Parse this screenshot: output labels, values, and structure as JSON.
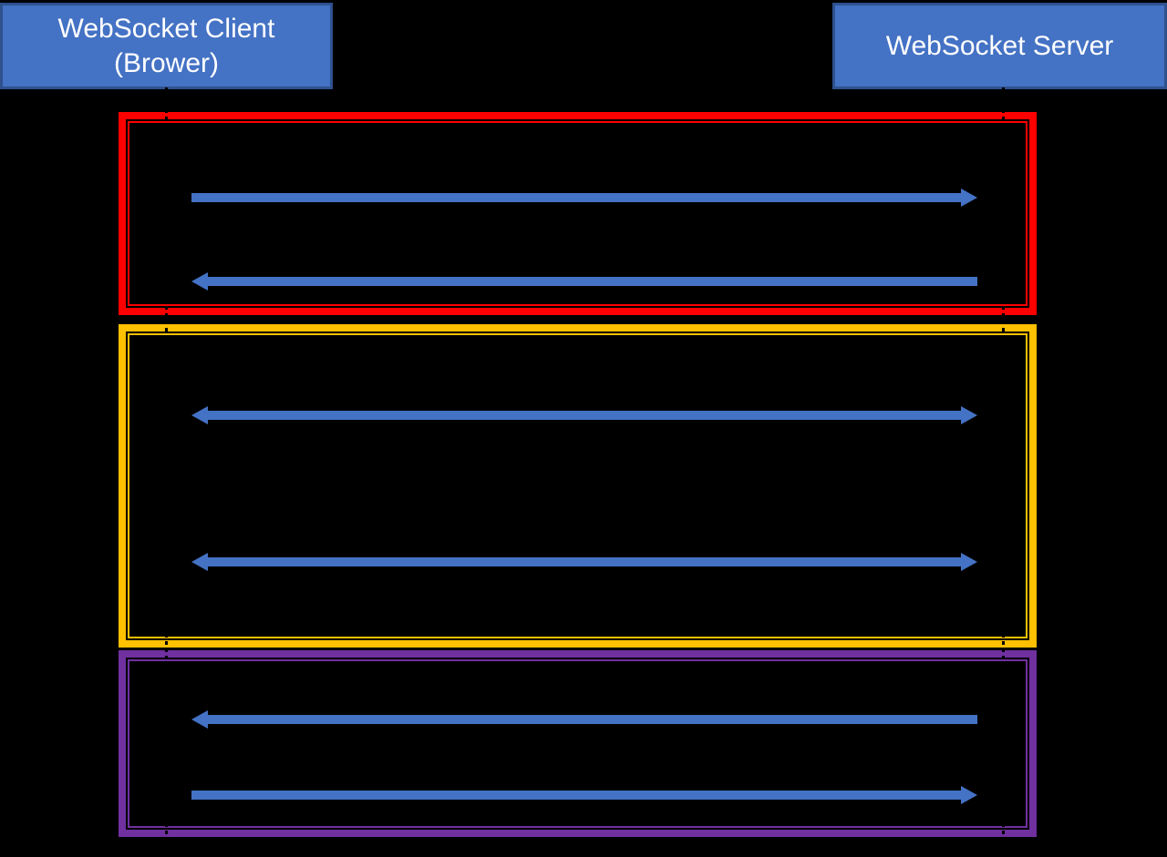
{
  "diagram": {
    "type": "sequence-diagram",
    "actors": {
      "client": {
        "line1": "WebSocket Client",
        "line2": "(Brower)"
      },
      "server": {
        "label": "WebSocket Server"
      }
    },
    "phases": [
      {
        "id": "phase-red",
        "border_color": "#FF0000",
        "border_style": "thick-thin",
        "arrows": [
          {
            "from": "client",
            "to": "server",
            "direction": "right"
          },
          {
            "from": "server",
            "to": "client",
            "direction": "left"
          }
        ]
      },
      {
        "id": "phase-yellow",
        "border_color": "#FFC000",
        "border_style": "thick-thin",
        "arrows": [
          {
            "from": "client",
            "to": "server",
            "direction": "both"
          },
          {
            "from": "client",
            "to": "server",
            "direction": "both"
          }
        ]
      },
      {
        "id": "phase-purple",
        "border_color": "#7030A0",
        "border_style": "thick-thin",
        "arrows": [
          {
            "from": "server",
            "to": "client",
            "direction": "left"
          },
          {
            "from": "client",
            "to": "server",
            "direction": "right"
          }
        ]
      }
    ]
  },
  "colors": {
    "background": "#000000",
    "actor_fill": "#4472C4",
    "actor_border": "#2F528F",
    "actor_text": "#FFFFFF",
    "arrow": "#4472C4",
    "phase_red": "#FF0000",
    "phase_yellow": "#FFC000",
    "phase_purple": "#7030A0",
    "lifeline": "#000000"
  }
}
